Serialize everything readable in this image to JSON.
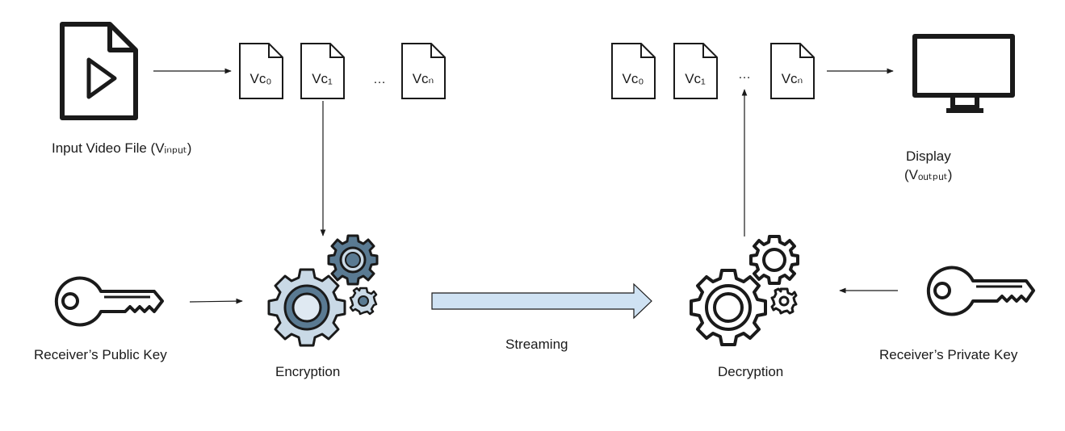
{
  "labels": {
    "input_video": "Input Video File (Vᵢₙₚᵤₜ)",
    "display_line1": "Display",
    "display_line2": "(Vₒᵤₜₚᵤₜ)",
    "public_key": "Receiver’s Public Key",
    "private_key": "Receiver’s Private Key",
    "encryption": "Encryption",
    "decryption": "Decryption",
    "streaming": "Streaming"
  },
  "chunks_left": [
    "Vc₀",
    "Vc₁",
    "Vcₙ"
  ],
  "chunks_right": [
    "Vc₀",
    "Vc₁",
    "Vcₙ"
  ],
  "ellipsis": "…",
  "colors": {
    "stroke": "#1a1a1a",
    "gear_blue": "#5a7a92",
    "gear_light": "#c9d9e6",
    "stream_arrow_fill": "#cfe2f3",
    "stream_arrow_stroke": "#1a1a1a"
  }
}
